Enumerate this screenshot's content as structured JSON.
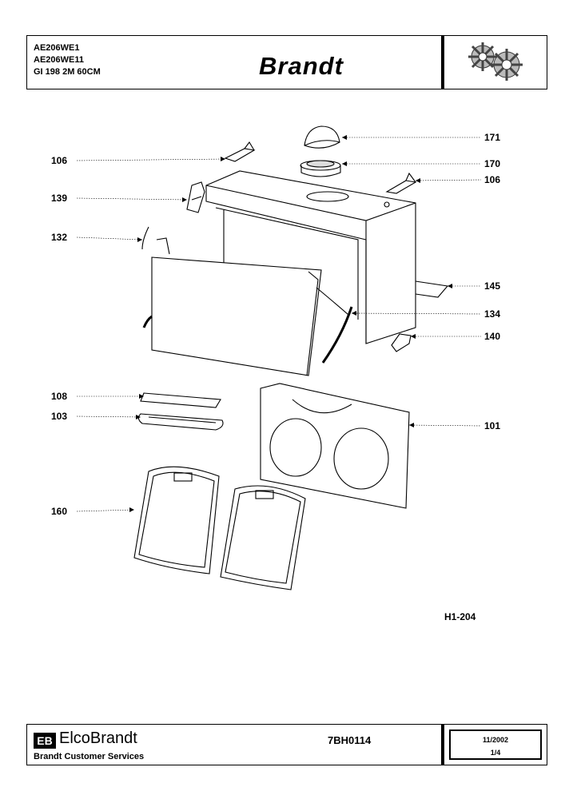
{
  "header": {
    "models": [
      "AE206WE1",
      "AE206WE11",
      "GI 198 2M 60CM"
    ],
    "brand": "Brandt",
    "logo_icon": "gears-icon"
  },
  "callouts": {
    "p171": "171",
    "p170": "170",
    "p106a": "106",
    "p106b": "106",
    "p139": "139",
    "p132": "132",
    "p145": "145",
    "p134": "134",
    "p140": "140",
    "p108": "108",
    "p103": "103",
    "p101": "101",
    "p160": "160"
  },
  "drawing_code": "H1-204",
  "footer": {
    "mark": "EB",
    "company": "ElcoBrandt",
    "services": "Brandt Customer Services",
    "doc_number": "7BH0114",
    "date": "11/2002",
    "page": "1/4"
  }
}
